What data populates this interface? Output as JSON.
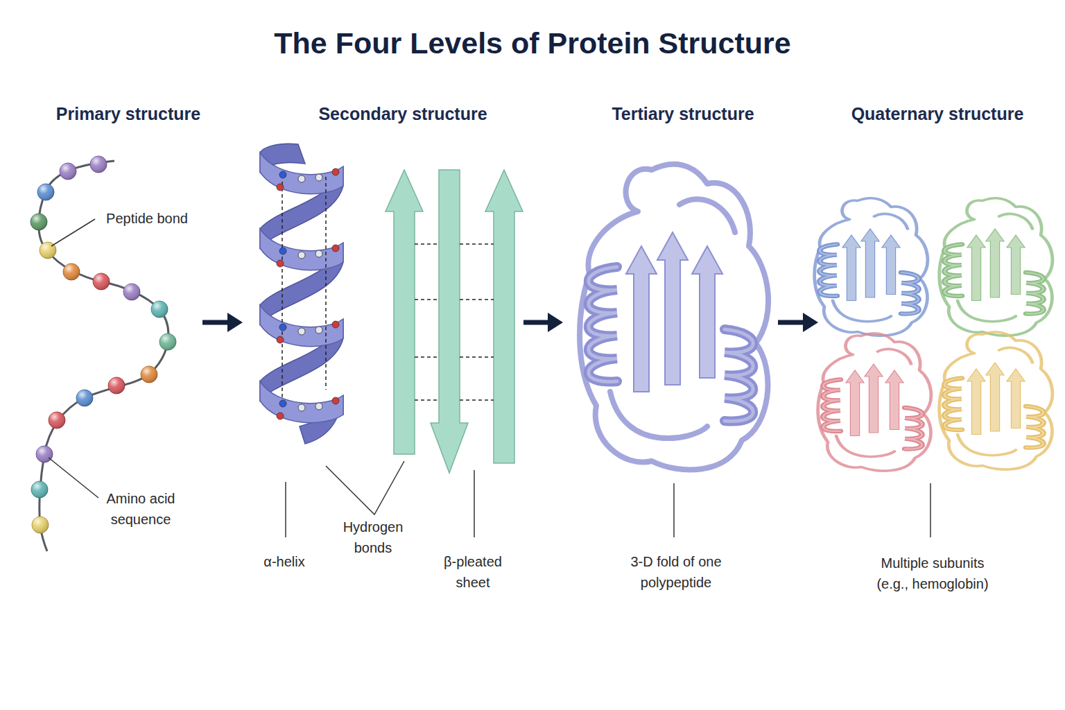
{
  "diagram": {
    "title": "The Four Levels of Protein Structure",
    "nodes": [
      {
        "text": [
          "Primary structure",
          "Peptide bond",
          "Amino acid sequence"
        ]
      },
      {
        "text": [
          "Secondary structure",
          "α-helix",
          "Hydrogen bonds",
          "β-pleated sheet"
        ]
      },
      {
        "text": [
          "Tertiary structure",
          "3-D fold of one polypeptide"
        ]
      },
      {
        "text": [
          "Quaternary structure",
          "Multiple subunits (e.g., hemoglobin)"
        ]
      }
    ],
    "edges": [
      {
        "from": 0,
        "to": 1,
        "arrow": "to"
      },
      {
        "from": 1,
        "to": 2,
        "arrow": "to"
      },
      {
        "from": 2,
        "to": 3,
        "arrow": "to"
      }
    ]
  }
}
